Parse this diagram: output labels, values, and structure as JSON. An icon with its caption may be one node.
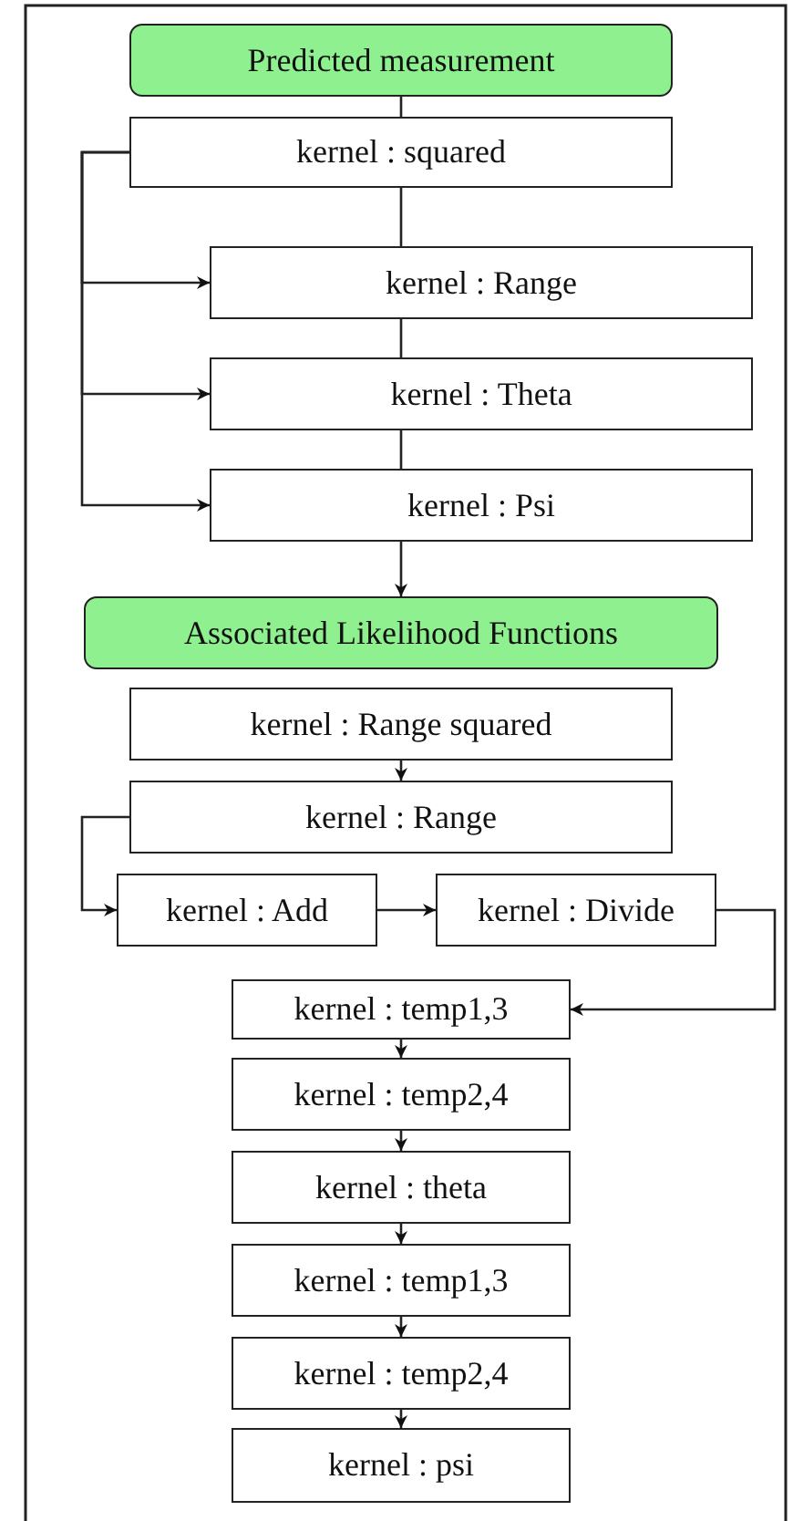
{
  "diagram": {
    "nodes": [
      {
        "text": [
          "Predicted measurement"
        ]
      },
      {
        "text": [
          "kernel : squared"
        ]
      },
      {
        "text": [
          "kernel : Range"
        ]
      },
      {
        "text": [
          "kernel : Theta"
        ]
      },
      {
        "text": [
          "kernel : Psi"
        ]
      },
      {
        "text": [
          "Associated Likelihood Functions"
        ]
      },
      {
        "text": [
          "kernel : Range squared"
        ]
      },
      {
        "text": [
          "kernel : Range"
        ]
      },
      {
        "text": [
          "kernel : Add"
        ]
      },
      {
        "text": [
          "kernel : Divide"
        ]
      },
      {
        "text": [
          "kernel : temp1,3"
        ]
      },
      {
        "text": [
          "kernel : temp2,4"
        ]
      },
      {
        "text": [
          "kernel : theta"
        ]
      },
      {
        "text": [
          "kernel : temp1,3"
        ]
      },
      {
        "text": [
          "kernel : temp2,4"
        ]
      },
      {
        "text": [
          "kernel : psi"
        ]
      }
    ],
    "edges": [
      {
        "from": 0,
        "to": 1,
        "arrow": "none"
      },
      {
        "from": 1,
        "to": 2,
        "arrow": "none"
      },
      {
        "from": 2,
        "to": 3,
        "arrow": "none"
      },
      {
        "from": 3,
        "to": 4,
        "arrow": "none"
      },
      {
        "from": 1,
        "to": 2,
        "arrow": "to"
      },
      {
        "from": 1,
        "to": 3,
        "arrow": "to"
      },
      {
        "from": 1,
        "to": 4,
        "arrow": "to"
      },
      {
        "from": 4,
        "to": 5,
        "arrow": "to"
      },
      {
        "from": 6,
        "to": 7,
        "arrow": "to"
      },
      {
        "from": 7,
        "to": 8,
        "arrow": "to"
      },
      {
        "from": 8,
        "to": 9,
        "arrow": "to"
      },
      {
        "from": 9,
        "to": 10,
        "arrow": "to"
      },
      {
        "from": 10,
        "to": 11,
        "arrow": "to"
      },
      {
        "from": 11,
        "to": 12,
        "arrow": "to"
      },
      {
        "from": 12,
        "to": 13,
        "arrow": "to"
      },
      {
        "from": 13,
        "to": 14,
        "arrow": "to"
      },
      {
        "from": 14,
        "to": 15,
        "arrow": "to"
      }
    ]
  }
}
